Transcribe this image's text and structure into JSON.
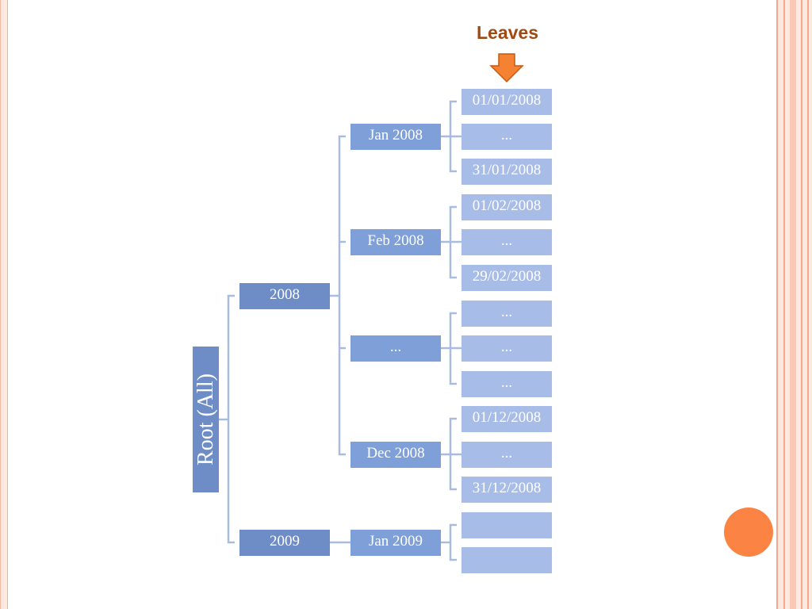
{
  "title": "Leaves",
  "root": "Root (All)",
  "years": [
    {
      "label": "2008"
    },
    {
      "label": "2009"
    }
  ],
  "months": [
    {
      "label": "Jan 2008"
    },
    {
      "label": "Feb 2008"
    },
    {
      "label": "..."
    },
    {
      "label": "Dec 2008"
    },
    {
      "label": "Jan 2009"
    }
  ],
  "leaves": [
    {
      "label": "01/01/2008"
    },
    {
      "label": "..."
    },
    {
      "label": "31/01/2008"
    },
    {
      "label": "01/02/2008"
    },
    {
      "label": "..."
    },
    {
      "label": "29/02/2008"
    },
    {
      "label": "..."
    },
    {
      "label": "..."
    },
    {
      "label": "..."
    },
    {
      "label": "01/12/2008"
    },
    {
      "label": "..."
    },
    {
      "label": "31/12/2008"
    },
    {
      "label": ""
    },
    {
      "label": ""
    }
  ],
  "colors": {
    "title": "#a04a12",
    "arrow": "#f58232",
    "root": "#6e8dc6",
    "level1": "#6e8dc6",
    "level2": "#7f9fd8",
    "leaf": "#a8bce8",
    "connector": "#a8bce0",
    "accent_dot": "#fb8444"
  }
}
